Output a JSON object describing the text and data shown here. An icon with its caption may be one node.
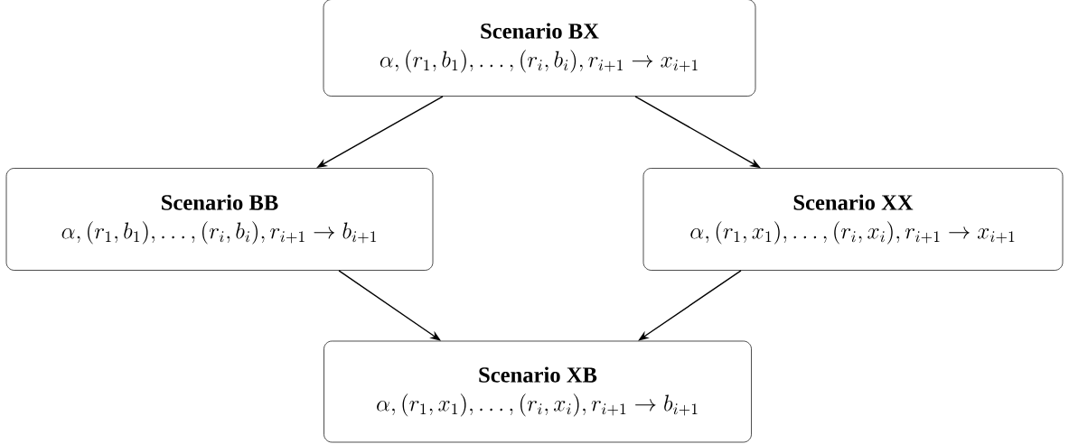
{
  "diagram": {
    "nodes": [
      {
        "text": [
          "Scenario BX",
          "\\alpha, (r_1, b_1), \\ldots, (r_i, b_i), r_{i+1} \\rightarrow x_{i+1}"
        ]
      },
      {
        "text": [
          "Scenario BB",
          "\\alpha, (r_1, b_1), \\ldots, (r_i, b_i), r_{i+1} \\rightarrow b_{i+1}"
        ]
      },
      {
        "text": [
          "Scenario XX",
          "\\alpha, (r_1, x_1), \\ldots, (r_i, x_i), r_{i+1} \\rightarrow x_{i+1}"
        ]
      },
      {
        "text": [
          "Scenario XB",
          "\\alpha, (r_1, x_1), \\ldots, (r_i, x_i), r_{i+1} \\rightarrow b_{i+1}"
        ]
      }
    ],
    "edges": [
      {
        "from": 0,
        "to": 1,
        "arrow": "to"
      },
      {
        "from": 0,
        "to": 2,
        "arrow": "to"
      },
      {
        "from": 1,
        "to": 3,
        "arrow": "to"
      },
      {
        "from": 2,
        "to": 3,
        "arrow": "to"
      }
    ]
  }
}
